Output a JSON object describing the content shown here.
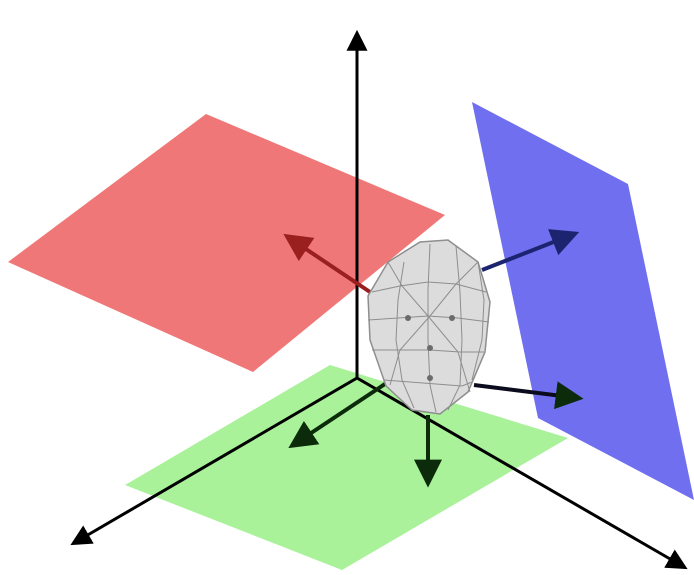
{
  "colors": {
    "background": "#ffffff",
    "axis": "#000000",
    "plane_red": "#f07777",
    "plane_green": "#a9f29a",
    "plane_blue": "#6f6ff0",
    "arrow_red": "#9a1f1f",
    "arrow_blue": "#1c2470",
    "arrow_green": "#0b2b0b",
    "mesh_fill": "#dcdcdc",
    "mesh_line": "#8e8e8e"
  },
  "elements": {
    "axes": [
      "vertical-axis",
      "depth-axis",
      "horizontal-axis"
    ],
    "planes": [
      "red-plane",
      "green-plane",
      "blue-plane"
    ],
    "face": "face-mesh"
  }
}
